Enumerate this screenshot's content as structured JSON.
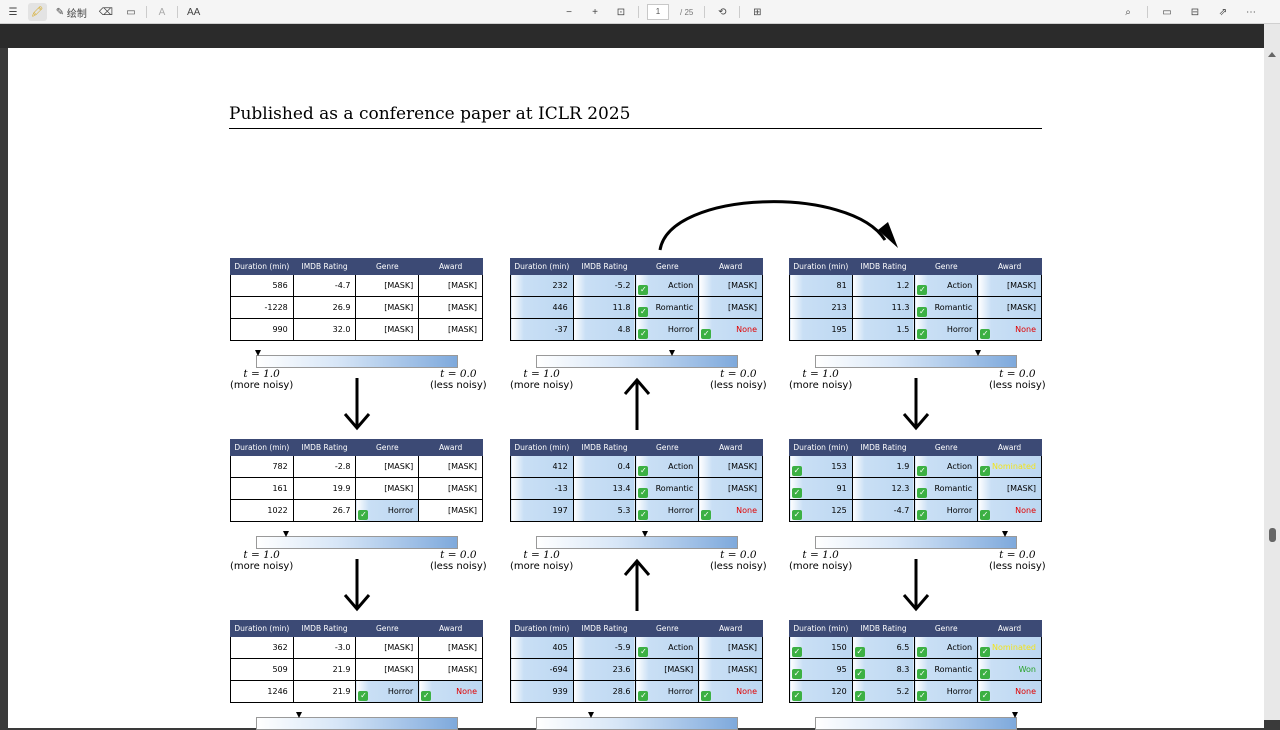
{
  "toolbar": {
    "menu": "☰",
    "highlight": "🖍",
    "draw_label": "绘制",
    "erase": "⌫",
    "view": "▭",
    "text_size": "A",
    "aa": "AA",
    "zoom_out": "−",
    "zoom_in": "+",
    "fit": "⊡",
    "page_current": "1",
    "page_total": "/ 25",
    "rotate": "⟲",
    "layout": "⊞",
    "search": "⌕",
    "right_icons": [
      "▭",
      "⊟",
      "⇗",
      "⋯"
    ]
  },
  "paper": {
    "header": "Published as a conference paper at ICLR 2025"
  },
  "columns": [
    "Duration (min)",
    "IMDB Rating",
    "Genre",
    "Award"
  ],
  "scale": {
    "left_t": "t = 1.0",
    "left_note": "(more noisy)",
    "right_t": "t = 0.0",
    "right_note": "(less noisy)"
  },
  "tables": [
    {
      "rows": [
        [
          "586",
          "-4.7",
          "[MASK]",
          "[MASK]"
        ],
        [
          "-1228",
          "26.9",
          "[MASK]",
          "[MASK]"
        ],
        [
          "990",
          "32.0",
          "[MASK]",
          "[MASK]"
        ]
      ]
    },
    {
      "rows": [
        [
          "232",
          "-5.2",
          "Action",
          "[MASK]"
        ],
        [
          "446",
          "11.8",
          "Romantic",
          "[MASK]"
        ],
        [
          "-37",
          "4.8",
          "Horror",
          "None"
        ]
      ]
    },
    {
      "rows": [
        [
          "81",
          "1.2",
          "Action",
          "[MASK]"
        ],
        [
          "213",
          "11.3",
          "Romantic",
          "[MASK]"
        ],
        [
          "195",
          "1.5",
          "Horror",
          "None"
        ]
      ]
    },
    {
      "rows": [
        [
          "782",
          "-2.8",
          "[MASK]",
          "[MASK]"
        ],
        [
          "161",
          "19.9",
          "[MASK]",
          "[MASK]"
        ],
        [
          "1022",
          "26.7",
          "Horror",
          "[MASK]"
        ]
      ]
    },
    {
      "rows": [
        [
          "412",
          "0.4",
          "Action",
          "[MASK]"
        ],
        [
          "-13",
          "13.4",
          "Romantic",
          "[MASK]"
        ],
        [
          "197",
          "5.3",
          "Horror",
          "None"
        ]
      ]
    },
    {
      "rows": [
        [
          "153",
          "1.9",
          "Action",
          "Nominated"
        ],
        [
          "91",
          "12.3",
          "Romantic",
          "[MASK]"
        ],
        [
          "125",
          "-4.7",
          "Horror",
          "None"
        ]
      ]
    },
    {
      "rows": [
        [
          "362",
          "-3.0",
          "[MASK]",
          "[MASK]"
        ],
        [
          "509",
          "21.9",
          "[MASK]",
          "[MASK]"
        ],
        [
          "1246",
          "21.9",
          "Horror",
          "None"
        ]
      ]
    },
    {
      "rows": [
        [
          "405",
          "-5.9",
          "Action",
          "[MASK]"
        ],
        [
          "-694",
          "23.6",
          "[MASK]",
          "[MASK]"
        ],
        [
          "939",
          "28.6",
          "Horror",
          "None"
        ]
      ]
    },
    {
      "rows": [
        [
          "150",
          "6.5",
          "Action",
          "Nominated"
        ],
        [
          "95",
          "8.3",
          "Romantic",
          "Won"
        ],
        [
          "120",
          "5.2",
          "Horror",
          "None"
        ]
      ]
    }
  ]
}
